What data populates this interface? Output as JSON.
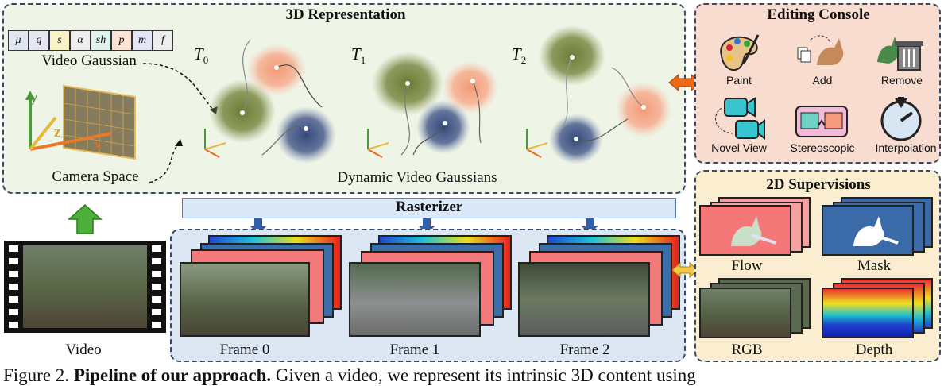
{
  "repr": {
    "title": "3D Representation",
    "video_gaussian_label": "Video Gaussian",
    "attributes": [
      "μ",
      "q",
      "s",
      "α",
      "sh",
      "p",
      "m",
      "f"
    ],
    "attribute_colors": [
      "#dfe6f0",
      "#e6e6f4",
      "#fbf3c8",
      "#eeeeee",
      "#dff3ec",
      "#fde3d6",
      "#e3e6f6",
      "#eeeeee"
    ],
    "camera_space_label": "Camera Space",
    "axis_x": "x",
    "axis_y": "y",
    "axis_z": "z",
    "time_labels": [
      "T0",
      "T1",
      "T2"
    ],
    "time_main": "T",
    "time_subs": [
      "0",
      "1",
      "2"
    ],
    "dynamic_label": "Dynamic Video Gaussians"
  },
  "console": {
    "title": "Editing Console",
    "items": [
      "Paint",
      "Add",
      "Remove",
      "Novel View",
      "Stereoscopic",
      "Interpolation"
    ]
  },
  "supervision": {
    "title": "2D Supervisions",
    "items": [
      "Flow",
      "Mask",
      "RGB",
      "Depth"
    ]
  },
  "rasterizer": {
    "label": "Rasterizer"
  },
  "frames": [
    "Frame 0",
    "Frame 1",
    "Frame 2"
  ],
  "video_label": "Video",
  "caption": {
    "prefix": "Figure 2.",
    "bold": "Pipeline of our approach.",
    "rest": "Given a video, we represent its intrinsic 3D content using"
  },
  "colors": {
    "repr_bg": "#eef4e6",
    "console_bg": "#f8dcd0",
    "super_bg": "#fbeed0",
    "frames_bg": "#dce7f3",
    "rasterizer_bg": "#dbe8f7"
  }
}
